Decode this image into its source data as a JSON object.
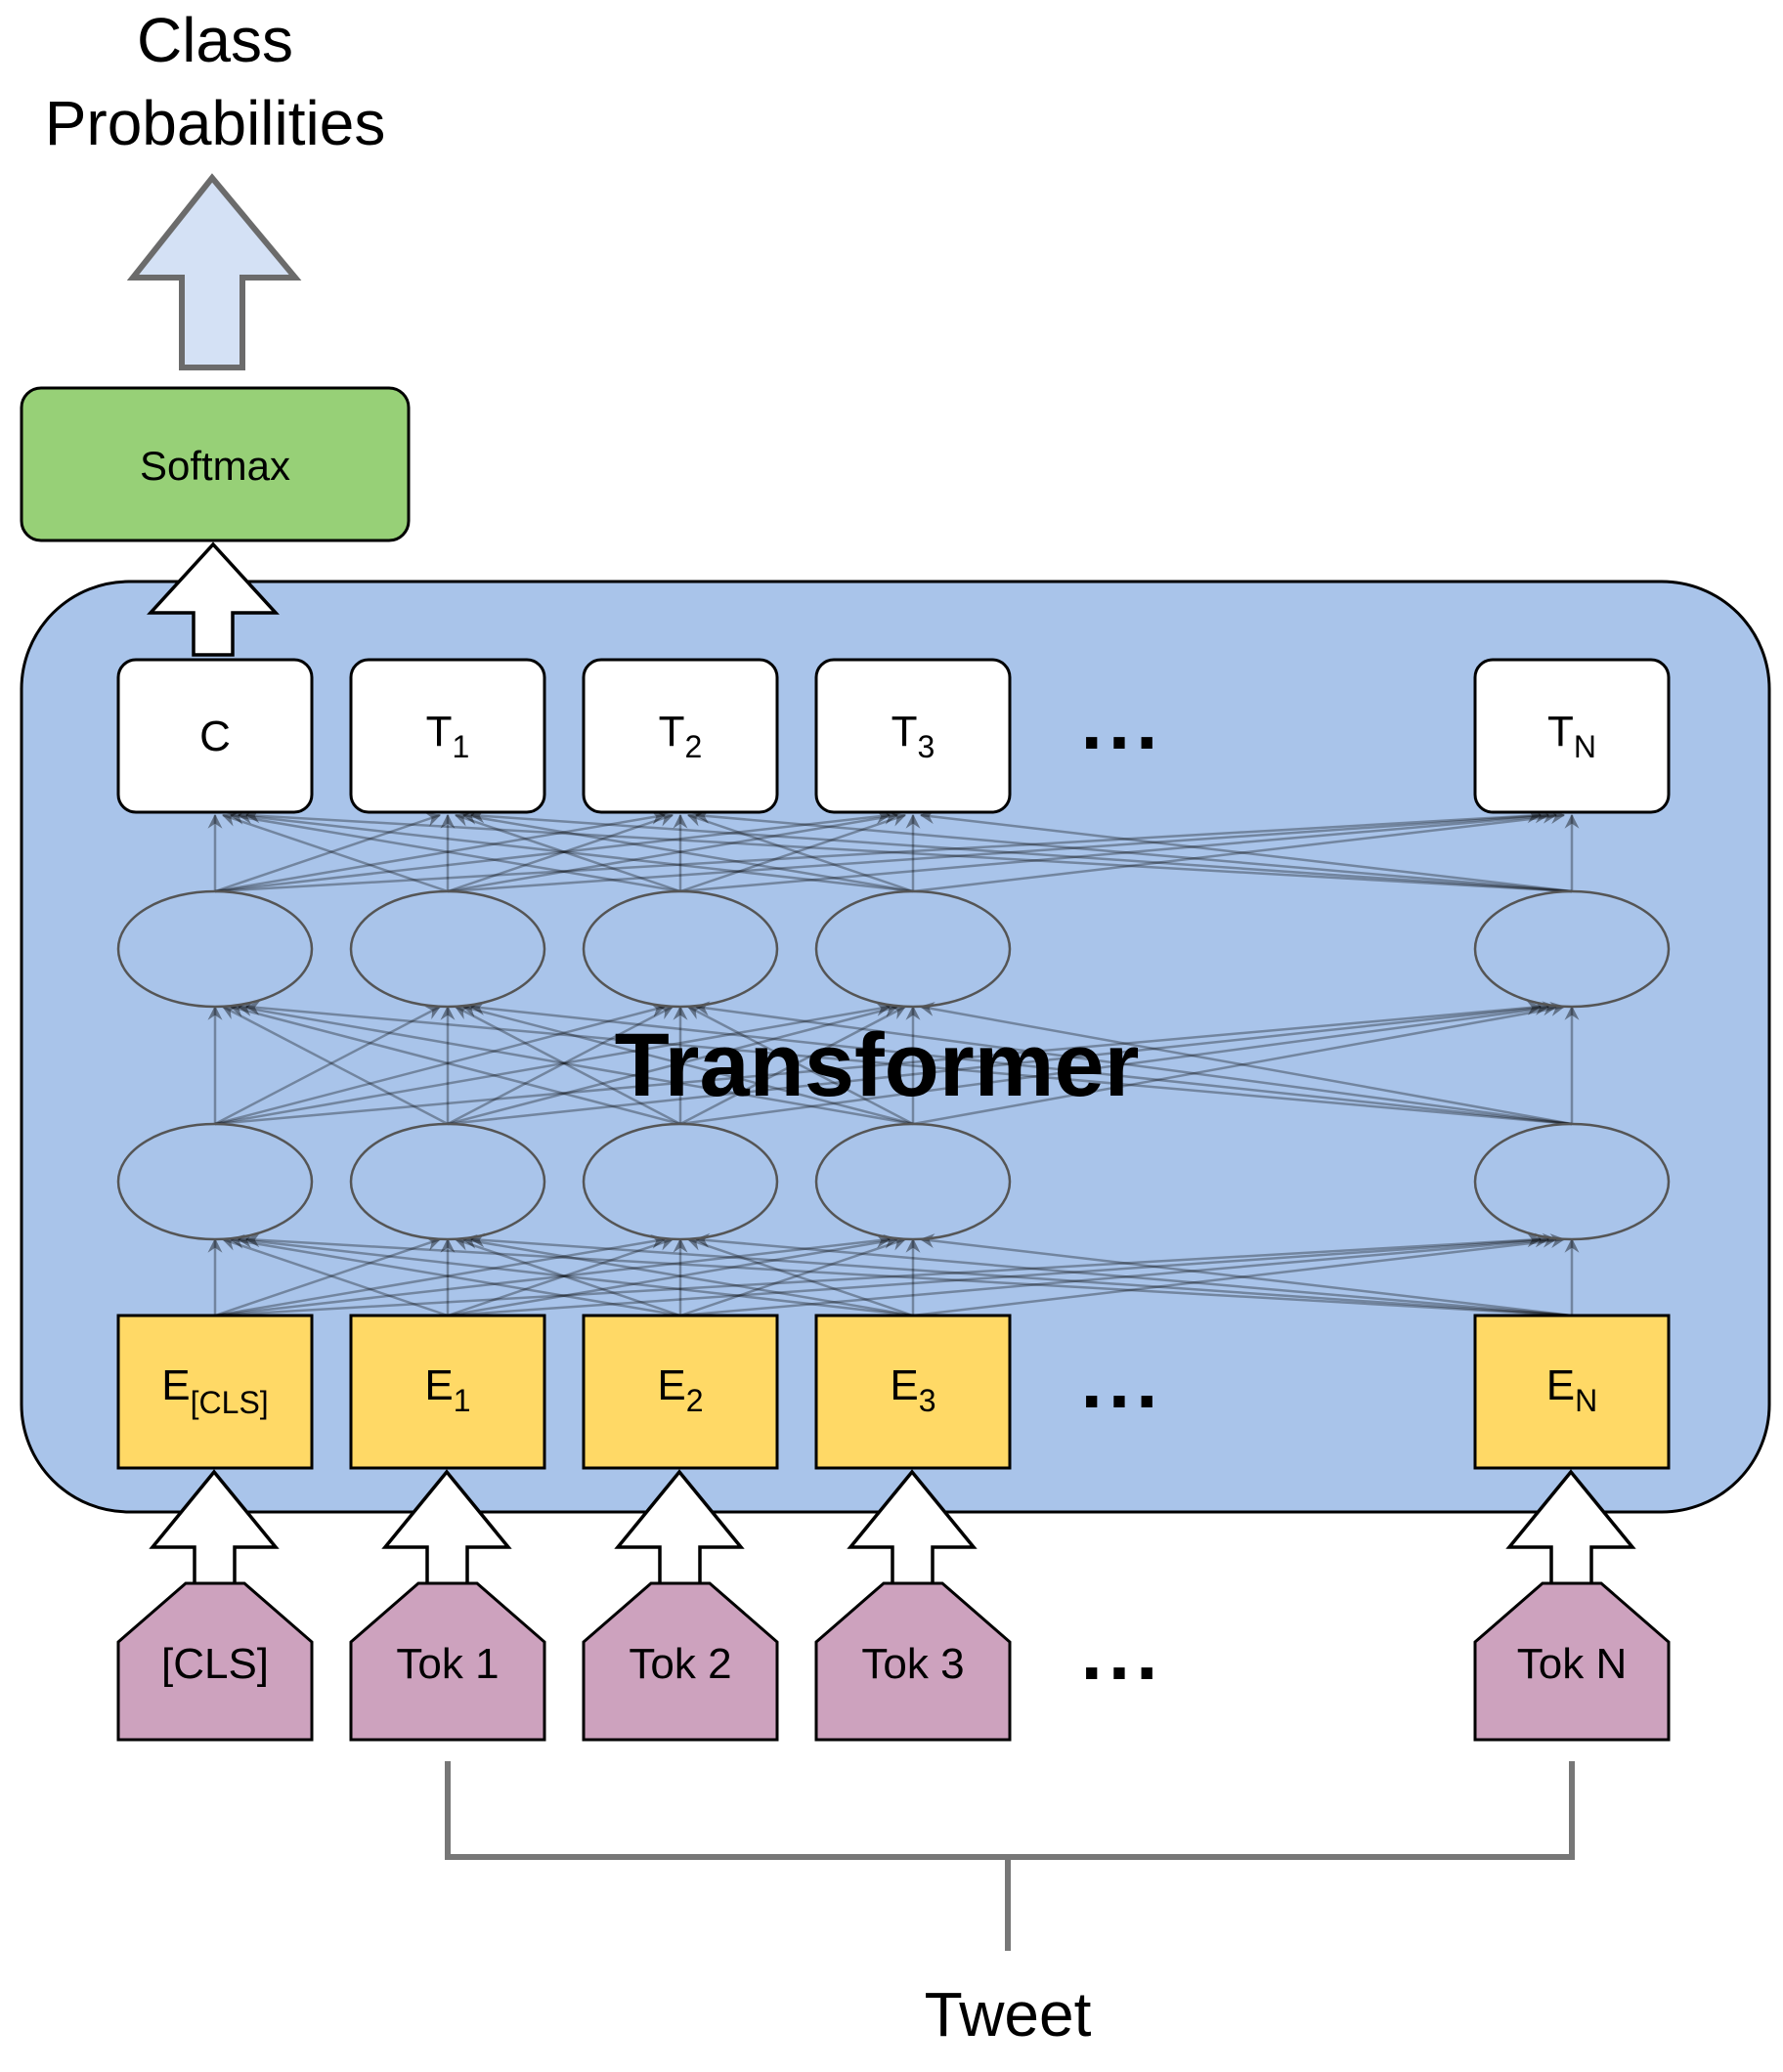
{
  "output": {
    "title_line1": "Class",
    "title_line2": "Probabilities"
  },
  "softmax": {
    "label": "Softmax"
  },
  "transformer": {
    "label": "Transformer"
  },
  "outputs": {
    "cls": "C",
    "tokens": [
      {
        "base": "T",
        "sub": "1"
      },
      {
        "base": "T",
        "sub": "2"
      },
      {
        "base": "T",
        "sub": "3"
      }
    ],
    "last": {
      "base": "T",
      "sub": "N"
    },
    "ellipsis": "..."
  },
  "embeddings": {
    "cls": {
      "base": "E",
      "sub": "[CLS]"
    },
    "tokens": [
      {
        "base": "E",
        "sub": "1"
      },
      {
        "base": "E",
        "sub": "2"
      },
      {
        "base": "E",
        "sub": "3"
      }
    ],
    "last": {
      "base": "E",
      "sub": "N"
    },
    "ellipsis": "..."
  },
  "inputs": {
    "cls": "[CLS]",
    "tokens": [
      "Tok 1",
      "Tok 2",
      "Tok 3"
    ],
    "last": "Tok N",
    "ellipsis": "..."
  },
  "tweet": {
    "label": "Tweet"
  },
  "colors": {
    "background": "#ffffff",
    "transformer_fill": "#a9c4ea",
    "softmax_fill": "#97d077",
    "embedding_fill": "#ffd966",
    "token_fill": "#cda2be",
    "arrow_fill": "#d4e1f5",
    "line": "#000000",
    "bracket": "#777777"
  }
}
